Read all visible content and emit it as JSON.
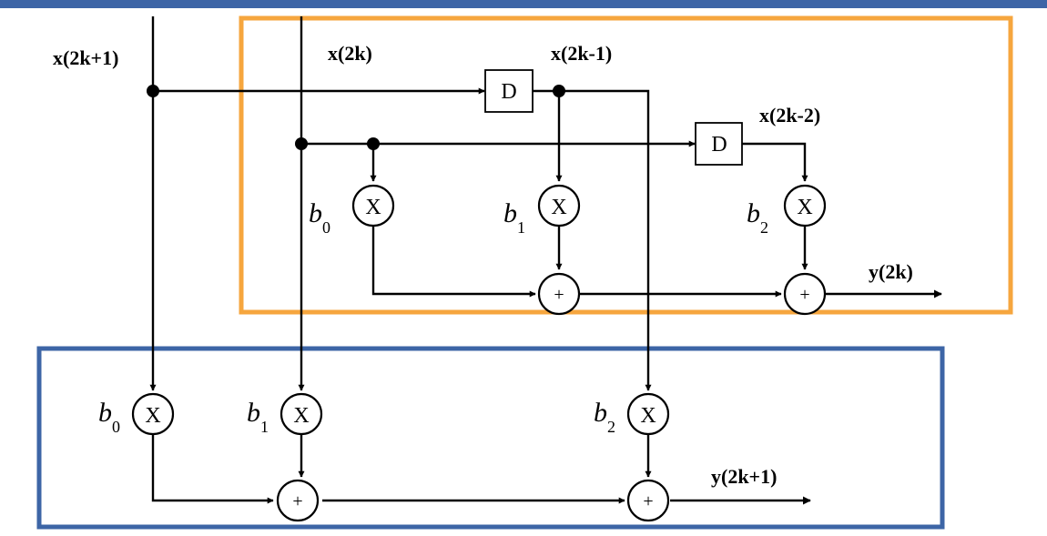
{
  "colors": {
    "top_bar": "#3d65a6",
    "even_box": "#f6a63e",
    "odd_box": "#3d65a6",
    "wire": "#000000"
  },
  "inputs": {
    "x_odd": "x(2k+1)",
    "x_even": "x(2k)",
    "x_delay1": "x(2k-1)",
    "x_delay2": "x(2k-2)"
  },
  "delay_label": "D",
  "multiplier_symbol": "X",
  "adder_symbol": "+",
  "coefficient_symbol": "b",
  "even_section": {
    "coefficients": [
      "0",
      "1",
      "2"
    ],
    "output": "y(2k)"
  },
  "odd_section": {
    "coefficients": [
      "0",
      "1",
      "2"
    ],
    "output": "y(2k+1)"
  }
}
